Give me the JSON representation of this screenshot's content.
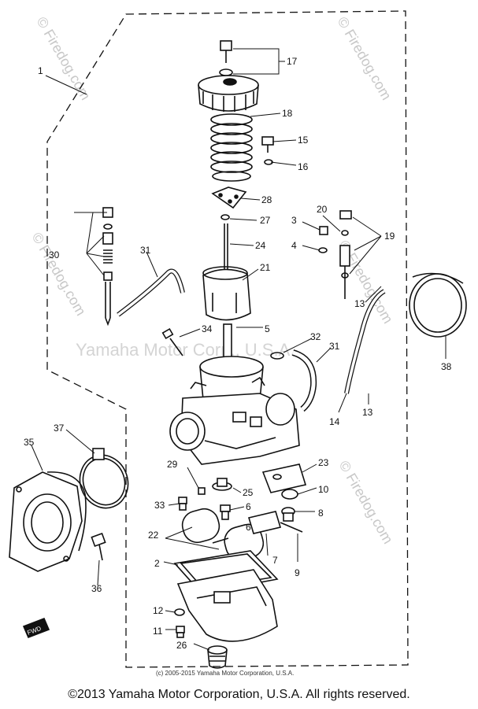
{
  "diagram": {
    "callouts": [
      "1",
      "2",
      "3",
      "4",
      "5",
      "6",
      "7",
      "8",
      "9",
      "10",
      "11",
      "12",
      "13",
      "14",
      "15",
      "16",
      "17",
      "18",
      "19",
      "20",
      "21",
      "22",
      "23",
      "24",
      "25",
      "26",
      "27",
      "28",
      "29",
      "30",
      "31",
      "32",
      "33",
      "34",
      "35",
      "36",
      "37",
      "38"
    ],
    "duplicate_labels": {
      "six_b": "6",
      "thirteen_b": "13",
      "thirty_one_b": "31"
    },
    "fwd_badge": "FWD",
    "watermark_side": "© Firedog.com",
    "watermark_center": "Yamaha Motor Corp., U.S.A.",
    "small_copyright": "(c) 2005-2015 Yamaha Motor Corporation, U.S.A."
  },
  "footer": "©2013 Yamaha Motor Corporation, U.S.A. All rights reserved."
}
